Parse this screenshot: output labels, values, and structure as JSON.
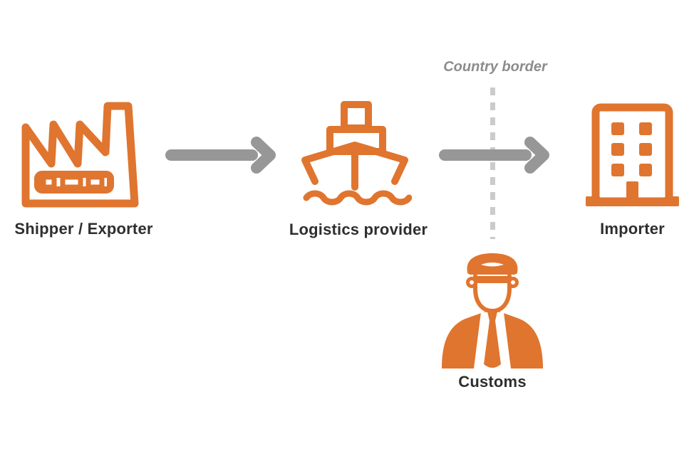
{
  "diagram": {
    "border_label": "Country border",
    "nodes": [
      {
        "id": "shipper",
        "label": "Shipper / Exporter",
        "icon": "factory-icon"
      },
      {
        "id": "logistics",
        "label": "Logistics provider",
        "icon": "cargo-ship-icon"
      },
      {
        "id": "importer",
        "label": "Importer",
        "icon": "office-building-icon"
      },
      {
        "id": "customs",
        "label": "Customs",
        "icon": "customs-officer-icon"
      }
    ],
    "flow": [
      {
        "from": "shipper",
        "to": "logistics",
        "connector": "right-arrow"
      },
      {
        "from": "logistics",
        "to": "importer",
        "connector": "right-arrow-crossing-border"
      }
    ],
    "colors": {
      "accent_orange": "#e0752f",
      "arrow_gray": "#979797",
      "dashed_border_gray": "#cbcbcb",
      "border_text_gray": "#8c8c8c",
      "label_dark": "#2f2f2f",
      "background": "#ffffff"
    }
  }
}
